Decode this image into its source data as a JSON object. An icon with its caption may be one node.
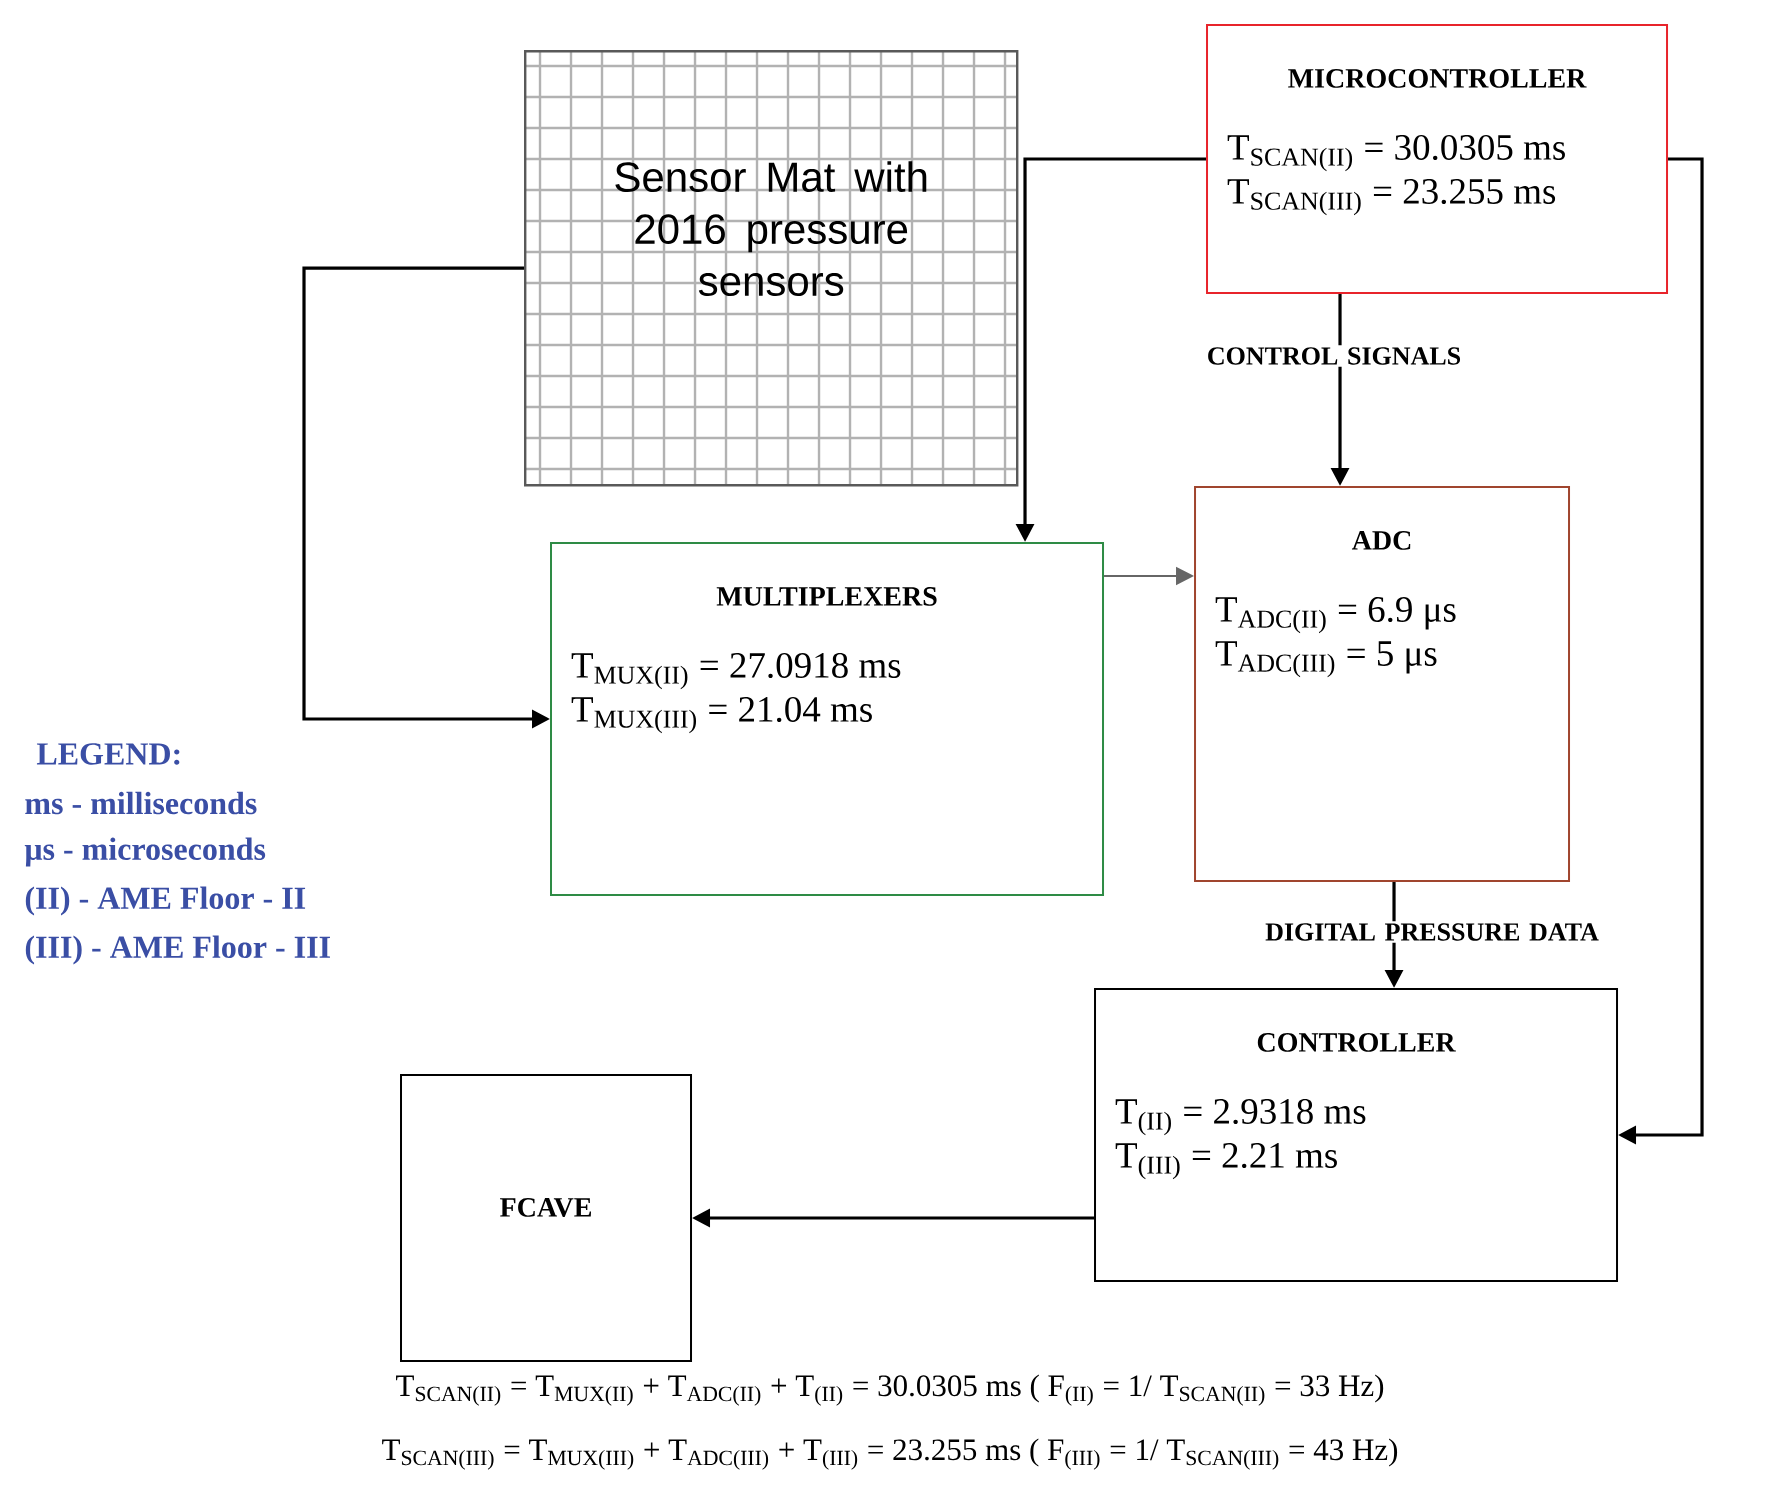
{
  "diagram": {
    "nodes": [
      {
        "text": [
          "Sensor Mat with 2016 pressure sensors"
        ]
      },
      {
        "text": [
          "MICROCONTROLLER",
          "T$_{SCAN(II)}$ = 30.0305 ms",
          "T$_{SCAN(III)}$ = 23.255 ms"
        ]
      },
      {
        "text": [
          "MULTIPLEXERS",
          "T$_{MUX(II)}$ = 27.0918 ms",
          "T$_{MUX(III)}$ = 21.04 ms"
        ]
      },
      {
        "text": [
          "ADC",
          "T$_{ADC(II)}$ = 6.9 μs",
          "T$_{ADC(III)}$ = 5 μs"
        ]
      },
      {
        "text": [
          "CONTROLLER",
          "T$_{(II)}$ = 2.9318 ms",
          "T$_{(III)}$ = 2.21 ms"
        ]
      },
      {
        "text": [
          "FCAVE"
        ]
      }
    ],
    "edges": [
      {
        "from": 0,
        "to": 2,
        "arrow": "to"
      },
      {
        "from": 1,
        "to": 2,
        "arrow": "to"
      },
      {
        "from": 1,
        "to": 3,
        "arrow": "to",
        "label": "CONTROL SIGNALS"
      },
      {
        "from": 2,
        "to": 3,
        "arrow": "to",
        "color": "#666666"
      },
      {
        "from": 3,
        "to": 4,
        "arrow": "to",
        "label": "DIGITAL PRESSURE DATA"
      },
      {
        "from": 1,
        "to": 4,
        "arrow": "to"
      },
      {
        "from": 4,
        "to": 5,
        "arrow": "to"
      }
    ],
    "labels": [
      "LEGEND:",
      "ms - milliseconds",
      "μs - microseconds",
      "(II) - AME Floor - II",
      "(III) - AME Floor - III",
      "T$_{SCAN(II)}$ = T$_{MUX(II)}$ + T$_{ADC(II)}$ + T$_{(II)}$ = 30.0305 ms ( F$_{(II)}$ = 1/ T$_{SCAN(II)}$ = 33 Hz)",
      "T$_{SCAN(III)}$ = T$_{MUX(III)}$ + T$_{ADC(III)}$ + T$_{(III)}$ = 23.255 ms ( F$_{(III)}$ = 1/ T$_{SCAN(III)}$ = 43 Hz)"
    ]
  }
}
